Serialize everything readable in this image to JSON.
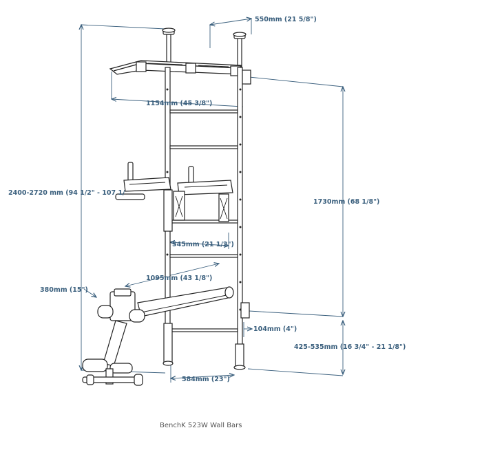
{
  "colors": {
    "dimension": "#3a5f7d",
    "line_art": "#222222",
    "caption": "#555555"
  },
  "dimensions": {
    "top_depth": "550mm (21 5/8\")",
    "pullup_width": "1154mm (45 3/8\")",
    "total_height": "2400-2720 mm (94 1/2\" - 107 1/",
    "ladder_height": "1730mm (68 1/8\")",
    "dip_width": "545mm (21 1/2\")",
    "bench_length": "1095mm (43 1/8\")",
    "bench_height": "380mm (15\")",
    "wall_offset": "104mm (4\")",
    "floor_height": "425-535mm (16 3/4\" - 21 1/8\")",
    "base_width": "584mm (23\")"
  },
  "caption": "BenchK 523W Wall Bars"
}
